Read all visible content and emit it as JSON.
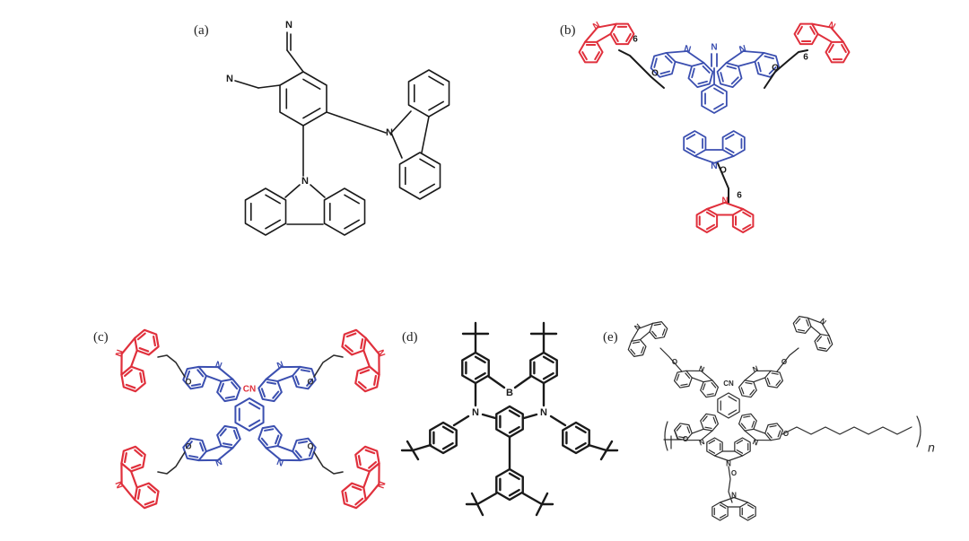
{
  "figure": {
    "panels": [
      {
        "label": "(a)",
        "atoms": {
          "cn1": "N",
          "cn2": "N",
          "carb1": "N",
          "carb2": "N"
        }
      },
      {
        "label": "(b)",
        "atoms": {
          "n": "N",
          "o": "O",
          "cn": "N"
        },
        "chain": "6"
      },
      {
        "label": "(c)",
        "atoms": {
          "n": "N",
          "o": "O",
          "cn": "CN"
        }
      },
      {
        "label": "(d)",
        "atoms": {
          "b": "B",
          "n": "N"
        }
      },
      {
        "label": "(e)",
        "atoms": {
          "n": "N",
          "o": "O",
          "cn": "CN"
        },
        "repeat": "n"
      }
    ]
  },
  "colors": {
    "black": "#1a1a1a",
    "red": "#e0303c",
    "blue": "#3b4fb0",
    "gray": "#2b2b2b"
  },
  "icons": [
    "carbazole-ring",
    "benzene-ring"
  ]
}
